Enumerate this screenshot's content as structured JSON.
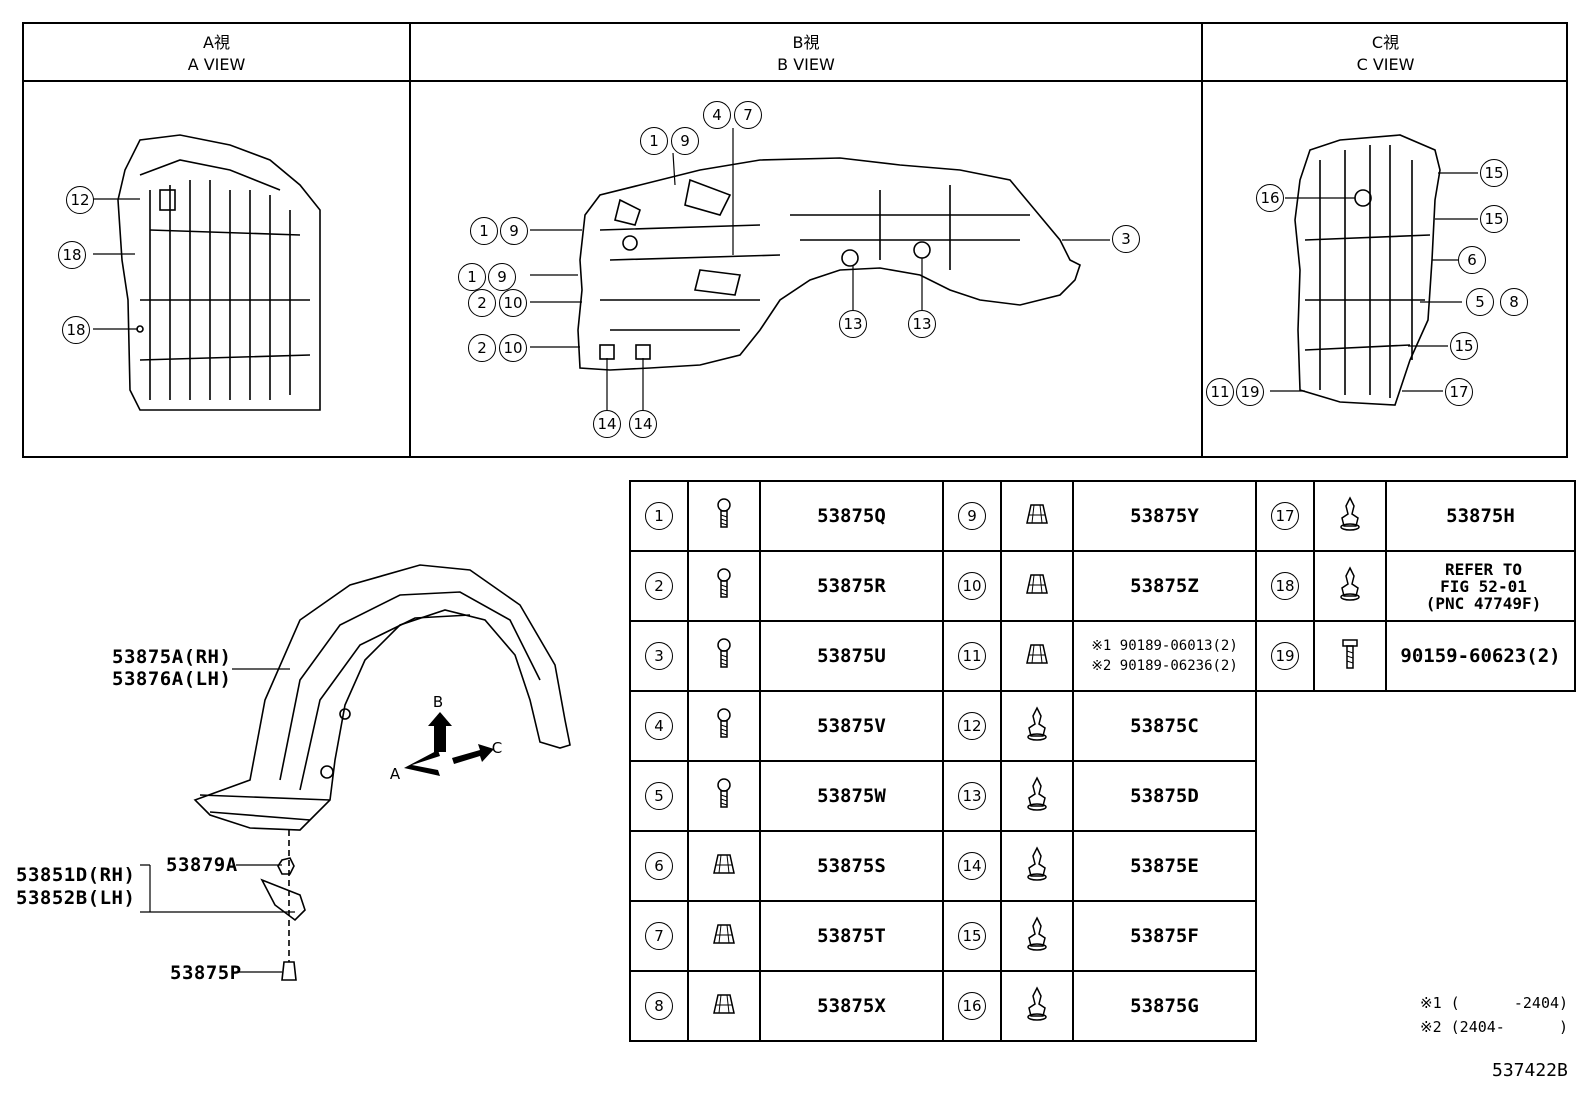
{
  "views": [
    {
      "jp": "A視",
      "en": "A VIEW"
    },
    {
      "jp": "B視",
      "en": "B VIEW"
    },
    {
      "jp": "C視",
      "en": "C VIEW"
    }
  ],
  "callouts": {
    "a_view": [
      "12",
      "18",
      "18"
    ],
    "b_view": [
      "1",
      "9",
      "4",
      "7",
      "1",
      "9",
      "1",
      "9",
      "2",
      "10",
      "2",
      "10",
      "3",
      "13",
      "13",
      "14",
      "14"
    ],
    "c_view": [
      "16",
      "15",
      "15",
      "6",
      "5",
      "8",
      "15",
      "11",
      "19",
      "17"
    ]
  },
  "main_labels": {
    "liner_rh": "53875A(RH)",
    "liner_lh": "53876A(LH)",
    "clip": "53879A",
    "bracket_rh": "53851D(RH)",
    "bracket_lh": "53852B(LH)",
    "screw": "53875P",
    "arrow_a": "A",
    "arrow_b": "B",
    "arrow_c": "C"
  },
  "parts_table": [
    [
      {
        "num": "1",
        "icon": "screw-icon",
        "pn": "53875Q"
      },
      {
        "num": "9",
        "icon": "nut-icon",
        "pn": "53875Y"
      },
      {
        "num": "17",
        "icon": "clip-icon",
        "pn": "53875H"
      }
    ],
    [
      {
        "num": "2",
        "icon": "screw-icon",
        "pn": "53875R"
      },
      {
        "num": "10",
        "icon": "nut-icon",
        "pn": "53875Z"
      },
      {
        "num": "18",
        "icon": "clip-icon",
        "pn_lines": [
          "REFER TO",
          "FIG 52-01",
          "(PNC 47749F)"
        ]
      }
    ],
    [
      {
        "num": "3",
        "icon": "screw-icon",
        "pn": "53875U"
      },
      {
        "num": "11",
        "icon": "nut-icon",
        "pn_lines": [
          "※1 90189-06013(2)",
          "※2 90189-06236(2)"
        ]
      },
      {
        "num": "19",
        "icon": "bolt-icon",
        "pn": "90159-60623(2)"
      }
    ],
    [
      {
        "num": "4",
        "icon": "screw-icon",
        "pn": "53875V"
      },
      {
        "num": "12",
        "icon": "clip-icon",
        "pn": "53875C"
      }
    ],
    [
      {
        "num": "5",
        "icon": "screw-icon",
        "pn": "53875W"
      },
      {
        "num": "13",
        "icon": "clip-icon",
        "pn": "53875D"
      }
    ],
    [
      {
        "num": "6",
        "icon": "nut-icon",
        "pn": "53875S"
      },
      {
        "num": "14",
        "icon": "clip-icon",
        "pn": "53875E"
      }
    ],
    [
      {
        "num": "7",
        "icon": "nut-icon",
        "pn": "53875T"
      },
      {
        "num": "15",
        "icon": "clip-icon",
        "pn": "53875F"
      }
    ],
    [
      {
        "num": "8",
        "icon": "nut-icon",
        "pn": "53875X"
      },
      {
        "num": "16",
        "icon": "clip-icon",
        "pn": "53875G"
      }
    ]
  ],
  "footnotes": [
    "※1 (      -2404)",
    "※2 (2404-      )"
  ],
  "diagram_id": "537422B"
}
